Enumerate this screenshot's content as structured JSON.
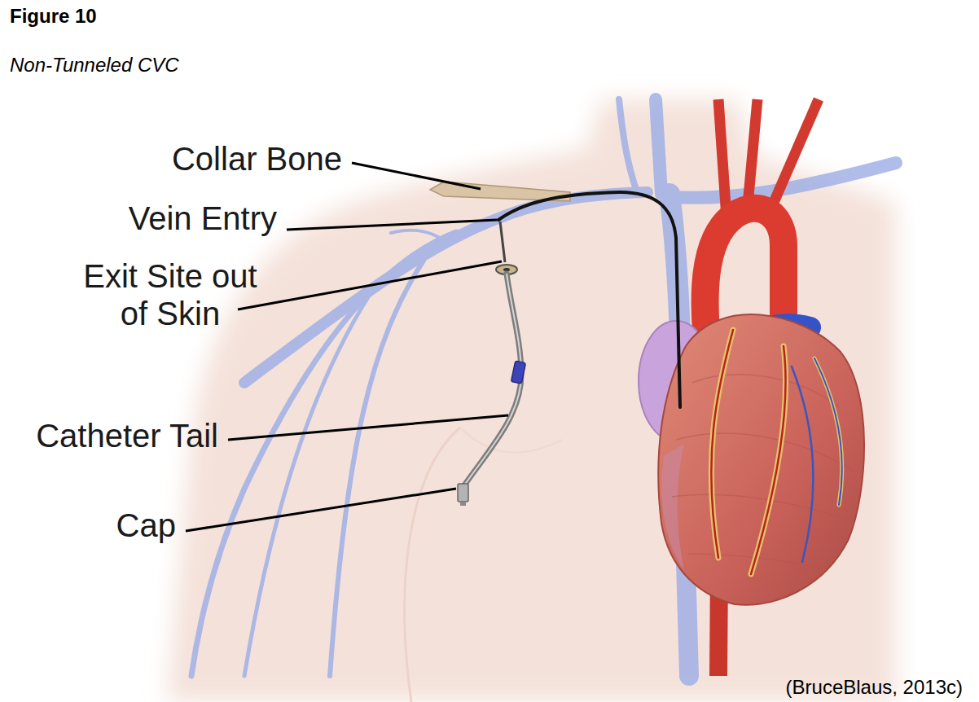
{
  "diagram": {
    "title": "Figure 10",
    "caption": "Non-Tunneled CVC",
    "labels": [
      "Collar Bone",
      "Vein Entry",
      "Exit Site out of Skin",
      "Catheter Tail",
      "Cap",
      "(BruceBlaus, 2013c)"
    ]
  }
}
